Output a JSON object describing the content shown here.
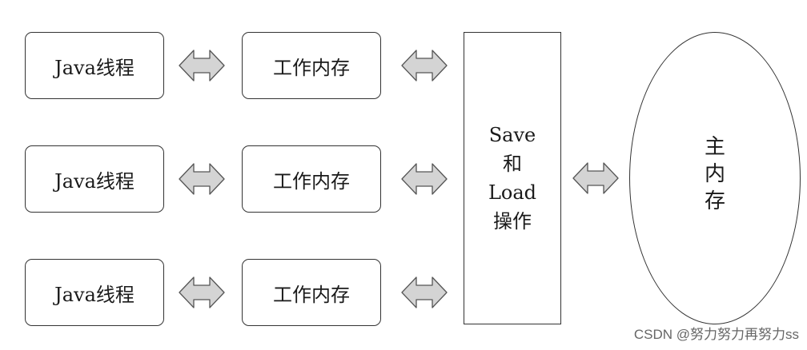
{
  "rows": [
    {
      "thread_label": "Java线程",
      "memory_label": "工作内存"
    },
    {
      "thread_label": "Java线程",
      "memory_label": "工作内存"
    },
    {
      "thread_label": "Java线程",
      "memory_label": "工作内存"
    }
  ],
  "operations": {
    "line1": "Save",
    "line2": "和",
    "line3": "Load",
    "line4": "操作"
  },
  "main_memory": {
    "char1": "主",
    "char2": "内",
    "char3": "存"
  },
  "watermark": "CSDN @努力努力再努力ss",
  "colors": {
    "arrow_fill": "#d4d4d4",
    "arrow_stroke": "#555555",
    "border": "#333333"
  },
  "icons": {
    "arrow": "double-headed-arrow"
  }
}
